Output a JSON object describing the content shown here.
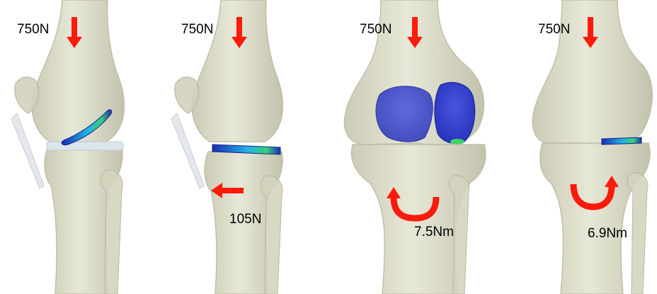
{
  "panels": [
    {
      "load_label": "750N",
      "secondary_label": "",
      "view": "lateral",
      "load_type": "axial"
    },
    {
      "load_label": "750N",
      "secondary_label": "105N",
      "view": "lateral",
      "load_type": "anterior-shear"
    },
    {
      "load_label": "750N",
      "secondary_label": "7.5Nm",
      "view": "anterior",
      "load_type": "torque"
    },
    {
      "load_label": "750N",
      "secondary_label": "6.9Nm",
      "view": "anterior",
      "load_type": "torque"
    }
  ],
  "colors": {
    "bone_fill": "#d8d8c2",
    "bone_edge": "#b9b9a3",
    "cartilage": "#d9e2ea",
    "arrow_red": "#ff1a0a",
    "meniscus_blue": "#1d2fb8",
    "contact_hot": "#3fd36a"
  }
}
